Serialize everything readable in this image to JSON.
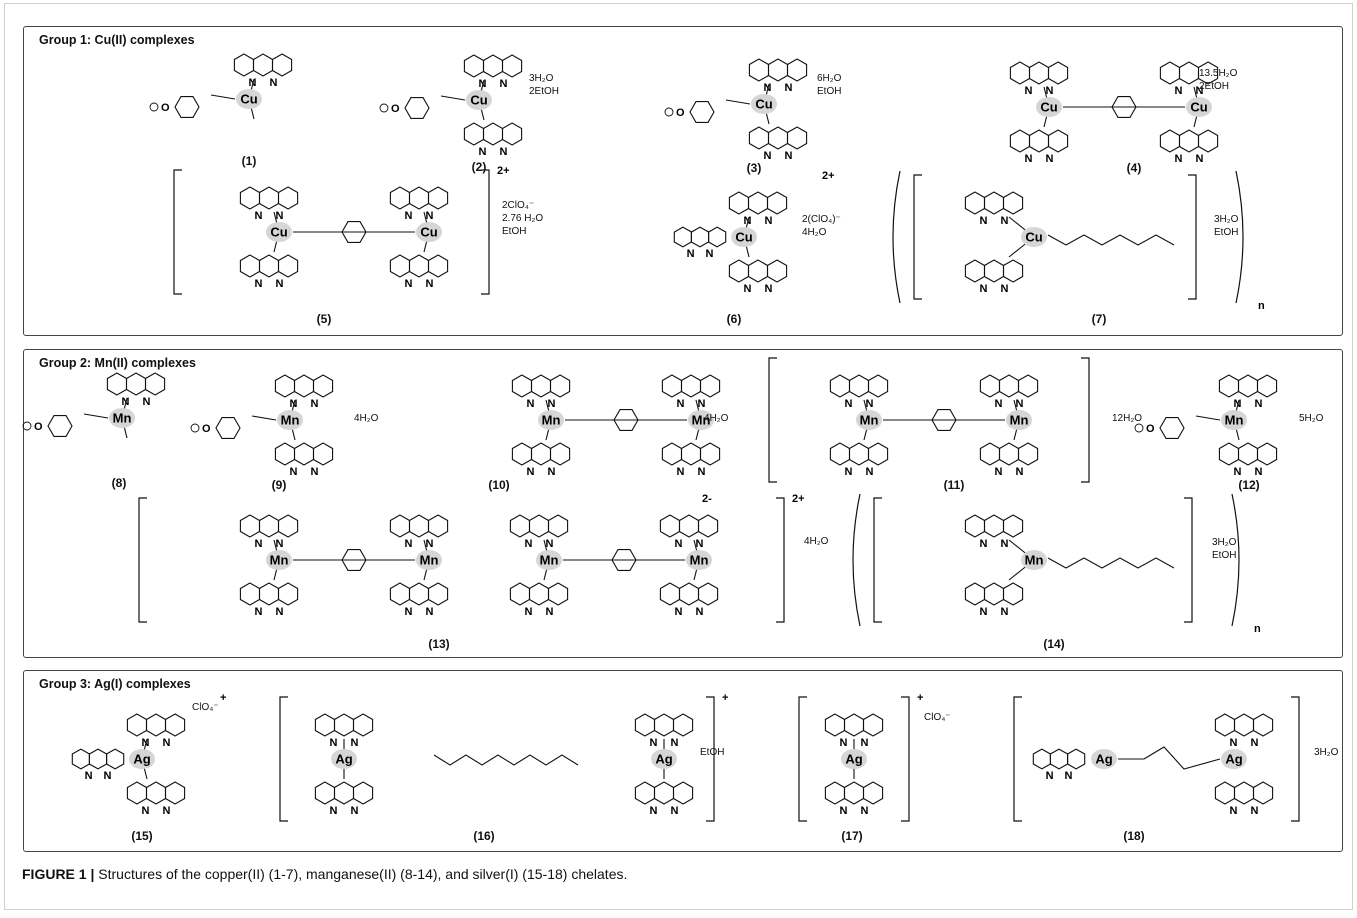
{
  "groups": [
    {
      "title": "Group 1: Cu(II) complexes",
      "compounds": [
        {
          "label": "(1)",
          "metal": "Cu",
          "solvent": []
        },
        {
          "label": "(2)",
          "metal": "Cu",
          "solvent": [
            "3H₂O",
            "2EtOH"
          ]
        },
        {
          "label": "(3)",
          "metal": "Cu",
          "solvent": [
            "6H₂O",
            "EtOH"
          ]
        },
        {
          "label": "(4)",
          "metal": "Cu",
          "solvent": [
            "13.5H₂O",
            "2EtOH"
          ]
        },
        {
          "label": "(5)",
          "metal": "Cu",
          "charge": "2+",
          "solvent": [
            "2ClO₄⁻",
            "2.76 H₂O",
            "EtOH"
          ]
        },
        {
          "label": "(6)",
          "metal": "Cu",
          "charge": "2+",
          "solvent": [
            "2(ClO₄)⁻",
            "4H₂O"
          ]
        },
        {
          "label": "(7)",
          "metal": "Cu",
          "solvent": [
            "3H₂O",
            "EtOH"
          ],
          "repeat": "n"
        }
      ]
    },
    {
      "title": "Group 2: Mn(II) complexes",
      "compounds": [
        {
          "label": "(8)",
          "metal": "Mn",
          "solvent": []
        },
        {
          "label": "(9)",
          "metal": "Mn",
          "solvent": [
            "4H₂O"
          ]
        },
        {
          "label": "(10)",
          "metal": "Mn",
          "solvent": [
            "4H₂O"
          ]
        },
        {
          "label": "(11)",
          "metal": "Mn",
          "solvent": [
            "12H₂O"
          ]
        },
        {
          "label": "(12)",
          "metal": "Mn",
          "solvent": [
            "5H₂O"
          ]
        },
        {
          "label": "(13)",
          "metal": "Mn",
          "charge": "2+",
          "solvent": []
        },
        {
          "label": "",
          "metal": "Mn",
          "charge": "2-",
          "solvent": [
            "4H₂O"
          ]
        },
        {
          "label": "(14)",
          "metal": "Mn",
          "solvent": [
            "3H₂O",
            "EtOH"
          ],
          "repeat": "n"
        }
      ]
    },
    {
      "title": "Group 3: Ag(I) complexes",
      "compounds": [
        {
          "label": "(15)",
          "metal": "Ag",
          "charge": "+",
          "solvent": [
            "ClO₄⁻"
          ]
        },
        {
          "label": "(16)",
          "metal": "Ag",
          "charge": "+",
          "solvent": [
            "EtOH"
          ]
        },
        {
          "label": "(17)",
          "metal": "Ag",
          "charge": "+",
          "solvent": [
            "ClO₄⁻"
          ]
        },
        {
          "label": "(18)",
          "metal": "Ag",
          "solvent": [
            "3H₂O"
          ]
        }
      ]
    }
  ],
  "caption": {
    "lead": "FIGURE 1 |",
    "text": " Structures of the copper(II) (1-7), manganese(II) (8-14), and silver(I) (15-18) chelates."
  }
}
